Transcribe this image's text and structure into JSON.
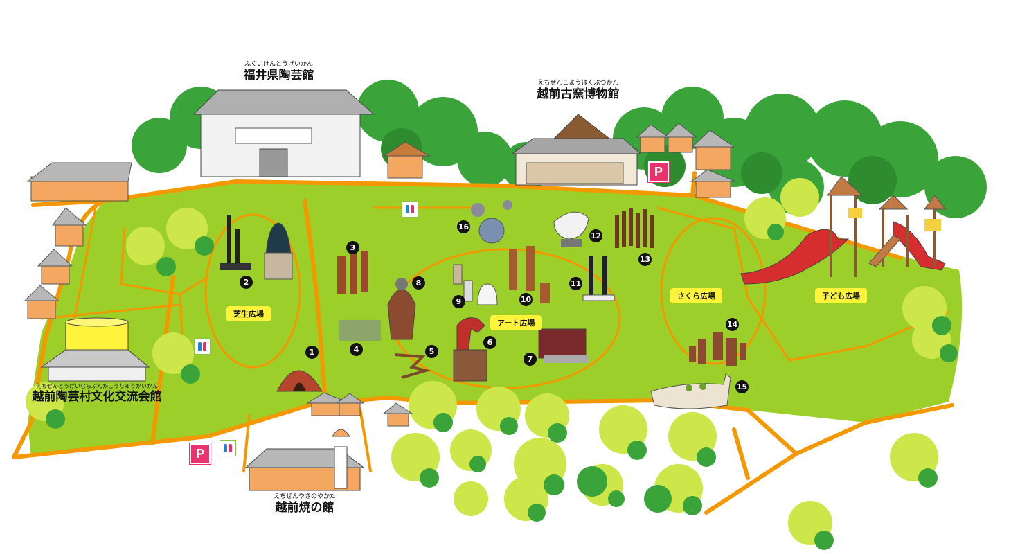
{
  "facilities": {
    "ceramic_museum": {
      "ruby": "ふくいけんとうげいかん",
      "name": "福井県陶芸館"
    },
    "kiln_museum": {
      "ruby": "えちぜんこようはくぶつかん",
      "name": "越前古窯博物館"
    },
    "exchange_hall": {
      "ruby": "えちぜんとうげいむらぶんかこうりゅうかいかん",
      "name": "越前陶芸村文化交流会館"
    },
    "yaki_hall": {
      "ruby": "えちぜんやきのやかた",
      "name": "越前焼の館"
    }
  },
  "areas": {
    "lawn": "芝生広場",
    "art": "アート広場",
    "sakura": "さくら広場",
    "kids": "子ども広場"
  },
  "markers": [
    "1",
    "2",
    "3",
    "4",
    "5",
    "6",
    "7",
    "8",
    "9",
    "10",
    "11",
    "12",
    "13",
    "14",
    "15",
    "16"
  ],
  "icons": {
    "parking": "P",
    "toilet": "toilet-icon"
  },
  "colors": {
    "grass": "#9ccf2a",
    "path": "#f39800",
    "tree": "#3aa33a",
    "label": "#fff33b",
    "parking": "#e8336e"
  }
}
